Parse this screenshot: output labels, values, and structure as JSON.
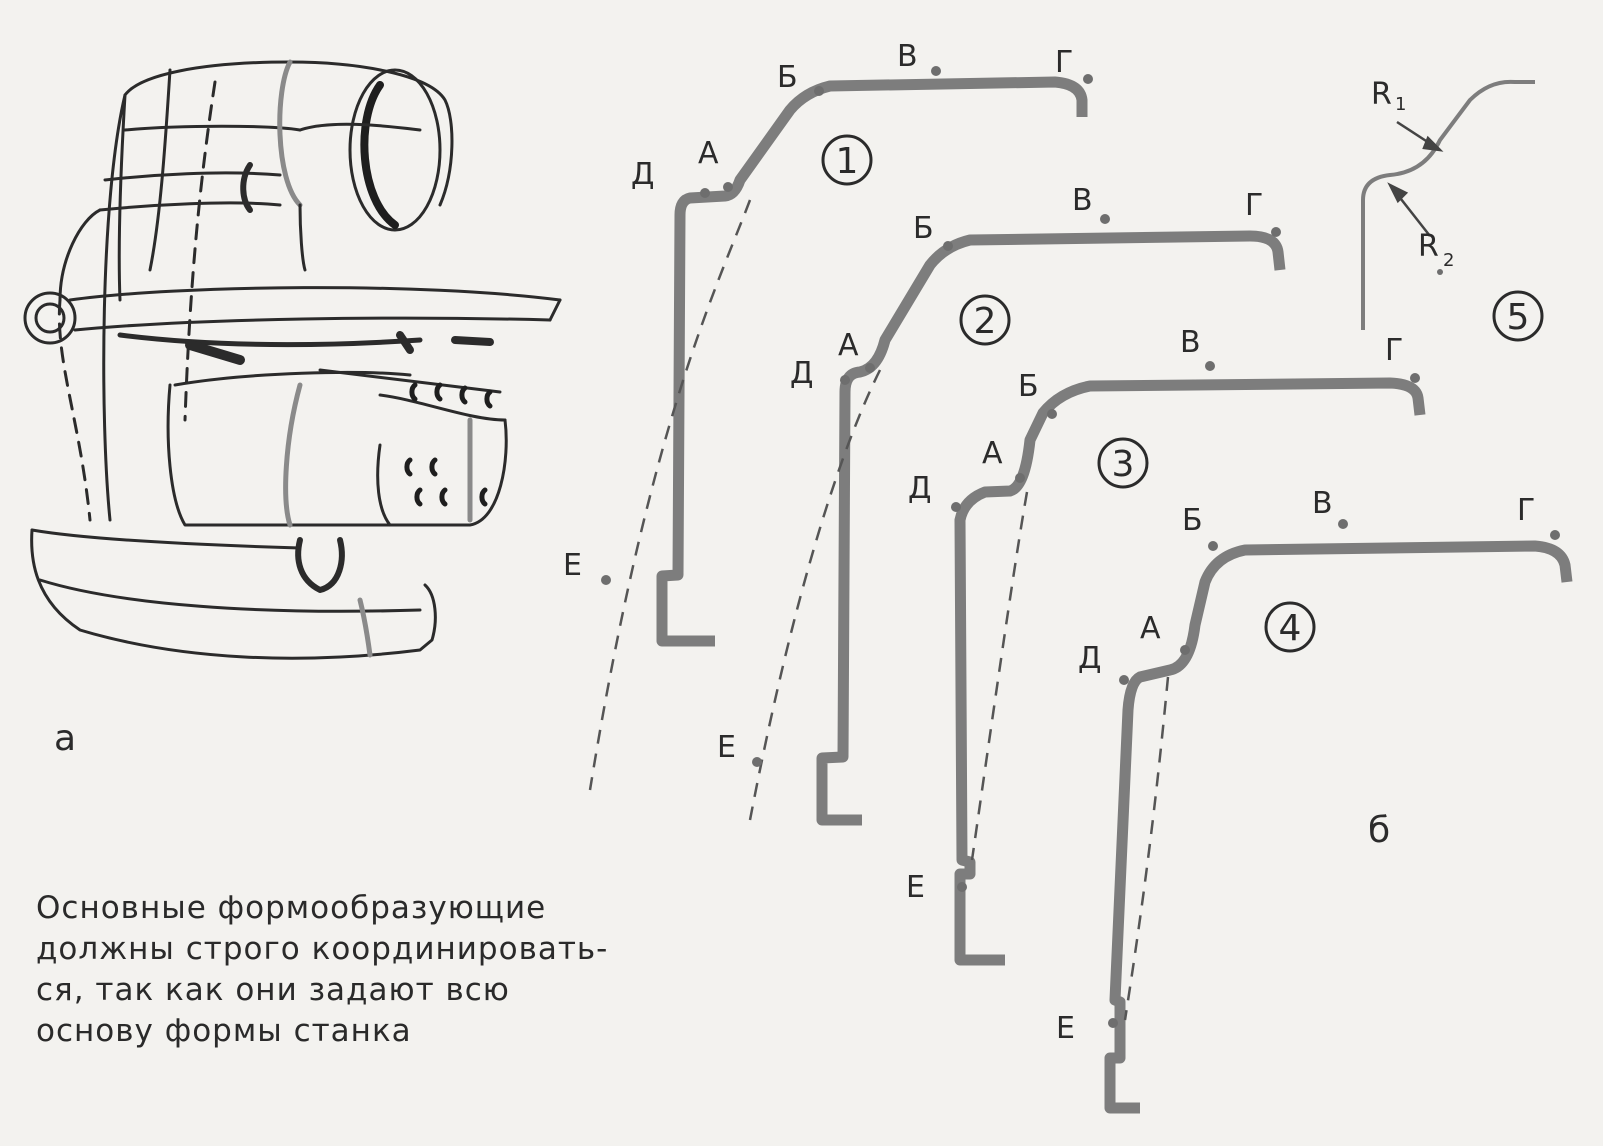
{
  "figure": {
    "part_a_label": "а",
    "part_b_label": "б",
    "caption_lines": [
      "Основные формообразующие",
      "должны строго координировать-",
      "ся, так как они задают всю",
      "основу формы станка"
    ]
  },
  "profiles": [
    {
      "number": "1",
      "points": [
        "Д",
        "А",
        "Б",
        "В",
        "Г",
        "Е"
      ]
    },
    {
      "number": "2",
      "points": [
        "Д",
        "А",
        "Б",
        "В",
        "Г",
        "Е"
      ]
    },
    {
      "number": "3",
      "points": [
        "Д",
        "А",
        "Б",
        "В",
        "Г",
        "Е"
      ]
    },
    {
      "number": "4",
      "points": [
        "Д",
        "А",
        "Б",
        "В",
        "Г",
        "Е"
      ]
    }
  ],
  "detail": {
    "number": "5",
    "radius_1": "R",
    "radius_1_sub": "1",
    "radius_2": "R",
    "radius_2_sub": "2"
  },
  "colors": {
    "profile_stroke": "#7d7d7d",
    "ink": "#2b2b2b",
    "paper": "#f3f2ef"
  }
}
